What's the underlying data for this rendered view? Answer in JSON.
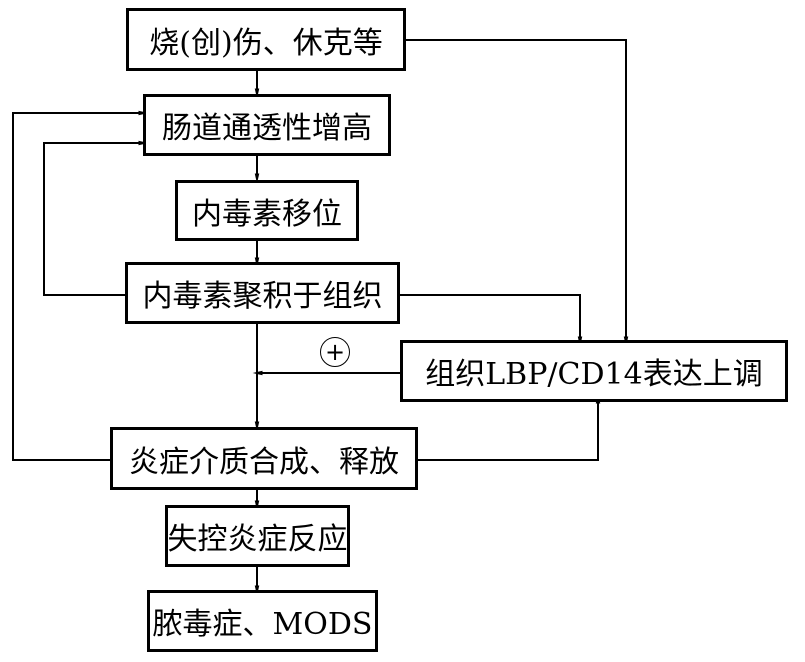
{
  "diagram": {
    "type": "flowchart",
    "nodes": {
      "trauma": "烧(创)伤、休克等",
      "permeability": "肠道通透性增高",
      "translocation": "内毒素移位",
      "accumulation": "内毒素聚积于组织",
      "lbp_cd14": "组织LBP/CD14表达上调",
      "mediators": "炎症介质合成、释放",
      "uncontrolled": "失控炎症反应",
      "sepsis": "脓毒症、MODS"
    },
    "positive_feedback_symbol": "+",
    "edges": [
      {
        "from": "trauma",
        "to": "permeability"
      },
      {
        "from": "permeability",
        "to": "translocation"
      },
      {
        "from": "translocation",
        "to": "accumulation"
      },
      {
        "from": "accumulation",
        "to": "mediators"
      },
      {
        "from": "mediators",
        "to": "uncontrolled"
      },
      {
        "from": "uncontrolled",
        "to": "sepsis"
      },
      {
        "from": "trauma",
        "to": "lbp_cd14"
      },
      {
        "from": "accumulation",
        "to": "lbp_cd14"
      },
      {
        "from": "mediators",
        "to": "lbp_cd14"
      },
      {
        "from": "lbp_cd14",
        "to": "mediators",
        "label": "+"
      },
      {
        "from": "accumulation",
        "to": "permeability"
      },
      {
        "from": "mediators",
        "to": "permeability"
      }
    ]
  }
}
